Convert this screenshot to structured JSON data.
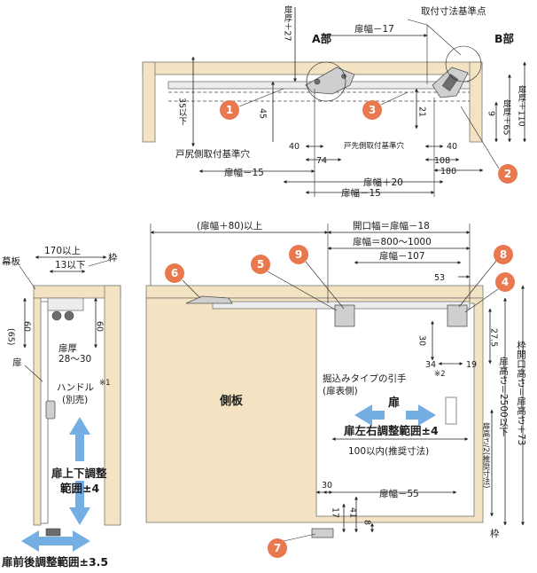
{
  "top": {
    "mount_ref_point": "取付寸法基準点",
    "part_a": "A部",
    "part_b": "B部",
    "dim_door_width_minus_17": "扉幅－17",
    "dim_thickness_plus_27": "扉厚＋27",
    "dim_35_or_less": "35以下",
    "dim_45": "45",
    "dim_21": "21",
    "dim_9": "9",
    "dim_thickness_plus_65": "扉厚＋65",
    "dim_thickness_plus_110": "扉厚＋110",
    "dim_40_left": "40",
    "dim_74": "74",
    "dim_40_right": "40",
    "dim_108": "108",
    "dim_180": "180",
    "hole_ref_small": "戸先側取付基準穴",
    "hole_ref_bottom": "戸尻側取付基準穴",
    "dim_door_width_minus_15_a": "扉幅－15",
    "dim_door_width_plus_20": "扉幅＋20",
    "dim_door_width_minus_15_b": "扉幅－15"
  },
  "side": {
    "frame_plate": "幕板",
    "frame": "枠",
    "dim_170_or_more": "170以上",
    "dim_13_or_less": "13以下",
    "dim_65": "(65)",
    "dim_60_left": "60",
    "dim_60_right": "60",
    "door": "扉",
    "door_thickness": "扉厚",
    "door_thickness_range": "28～30",
    "handle": "ハンドル",
    "handle_note_mark": "※1",
    "handle_sold_separately": "(別売)",
    "vertical_adjust": "扉上下調整",
    "vertical_adjust_range": "範囲±4",
    "front_back_adjust": "扉前後調整範囲±3.5"
  },
  "front": {
    "dim_width_plus_80": "(扉幅＋80)以上",
    "dim_opening": "開口幅＝扉幅－18",
    "dim_door_width_range": "扉幅＝800～1000",
    "dim_door_width_minus_107": "扉幅－107",
    "dim_53": "53",
    "dim_30": "30",
    "dim_27_5": "27.5",
    "dim_34": "34",
    "dim_19": "19",
    "side_panel": "側板",
    "recessed_pull": "掘込みタイプの引手",
    "recessed_pull_note_mark": "※2",
    "recessed_pull_side": "(扉表側)",
    "door": "扉",
    "horizontal_adjust": "扉左右調整範囲±4",
    "recommended": "100以内(推奨寸法)",
    "dim_30_bottom": "30",
    "dim_door_width_minus_55": "扉幅－55",
    "dim_17": "17",
    "dim_41": "41",
    "dim_8": "8",
    "door_height_max": "扉高さ＝2500以下",
    "frame_opening_height": "枠開口高さ＝扉高さ＋73",
    "handle_recommended_height": "扉高さ/2(推奨寸法)",
    "frame": "枠"
  },
  "markers": [
    "1",
    "2",
    "3",
    "4",
    "5",
    "6",
    "7",
    "8",
    "9"
  ],
  "colors": {
    "marker": "#e9784e",
    "arrow": "#74aee3",
    "wood": "#f3e3c2"
  }
}
